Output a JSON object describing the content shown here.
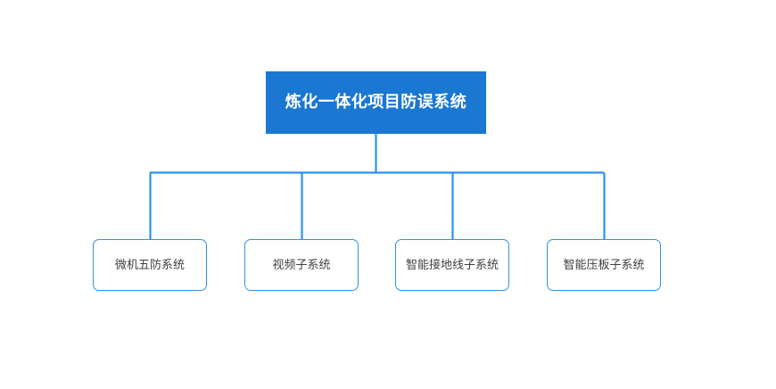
{
  "diagram": {
    "type": "org-chart",
    "background_color": "#ffffff",
    "accent_color": "#1a77d2",
    "connector_color": "#2f92e8",
    "root": {
      "label": "炼化一体化项目防误系统",
      "fill_color": "#1a77d2",
      "text_color": "#ffffff"
    },
    "children": [
      {
        "label": "微机五防系统"
      },
      {
        "label": "视频子系统"
      },
      {
        "label": "智能接地线子系统"
      },
      {
        "label": "智能压板子系统"
      }
    ]
  }
}
